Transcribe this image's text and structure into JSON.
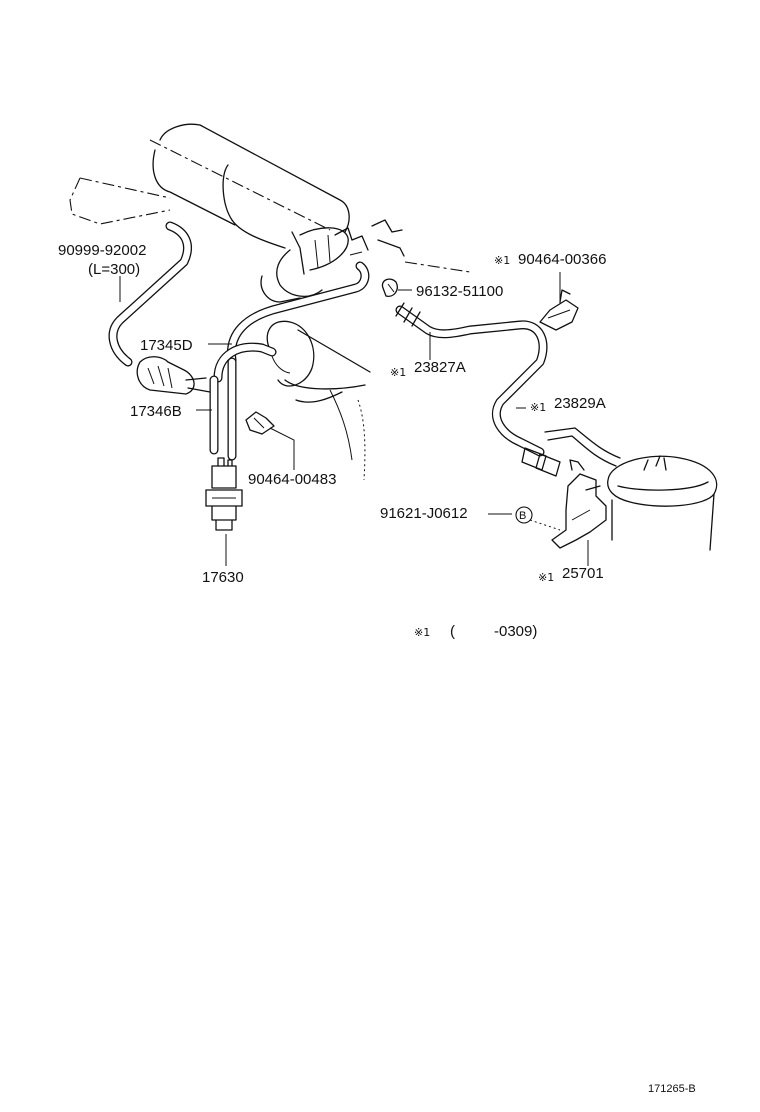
{
  "labels": {
    "p_90999": "90999-92002",
    "p_l300": "(L=300)",
    "p_17345d": "17345D",
    "p_17346b": "17346B",
    "p_17630": "17630",
    "p_90464_00483": "90464-00483",
    "p_96132": "96132-51100",
    "p_90464_00366": "90464-00366",
    "p_23827a": "23827A",
    "p_23829a": "23829A",
    "p_91621": "91621-J0612",
    "p_25701": "25701",
    "ref_b": "B",
    "note_open": "(",
    "note_code": "-0309)",
    "fig_id": "171265-B"
  },
  "marks": {
    "asterisk1": "※1"
  }
}
